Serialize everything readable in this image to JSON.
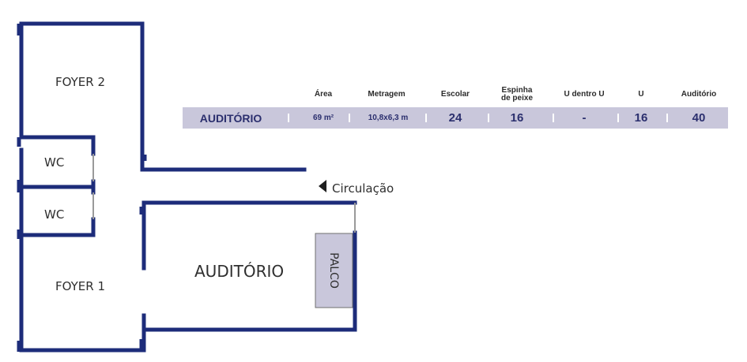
{
  "rooms": {
    "foyer2": "FOYER 2",
    "wc_top": "WC",
    "wc_bottom": "WC",
    "foyer1": "FOYER 1",
    "auditorio": "AUDITÓRIO",
    "palco": "PALCO"
  },
  "circulation": {
    "label": "Circulação",
    "arrow_icon": "triangle-left-icon"
  },
  "table": {
    "headers": [
      "Área",
      "Metragem",
      "Escolar",
      "Espinha\nde peixe",
      "U dentro U",
      "U",
      "Auditório"
    ],
    "row": {
      "name": "AUDITÓRIO",
      "values": [
        "69 m²",
        "10,8x6,3 m",
        "24",
        "16",
        "-",
        "16",
        "40"
      ]
    }
  },
  "colors": {
    "wall": "#1d2c7a",
    "table_row": "#c9c7db",
    "row_text": "#2b2f6e",
    "stage_fill": "#c9c7db",
    "opening": "#9a9a9a"
  }
}
